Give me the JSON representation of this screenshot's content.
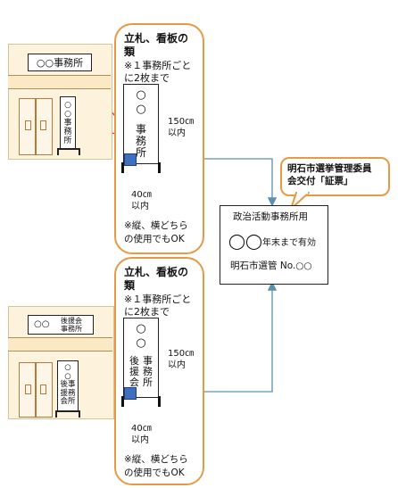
{
  "store_top": {
    "sign_text": "○○事務所",
    "standee_text": "○○事務所"
  },
  "store_bottom": {
    "sign_line1": "後援会",
    "sign_line2": "事務所",
    "sign_prefix": "○○",
    "standee_text": "○○後援会事務所"
  },
  "panel_top": {
    "title_line1": "立札、看板の",
    "title_line2": "類",
    "note_line1": "※１事務所ごと",
    "note_line2": "に2枚まで",
    "sign_circles": "○\n○",
    "sign_text": "事\n務\n所",
    "height_label": "150㎝",
    "height_label2": "以内",
    "width_label": "40㎝",
    "width_label2": "以内",
    "footer_line1": "※縦、横どちら",
    "footer_line2": "の使用でもOK"
  },
  "panel_bottom": {
    "title_line1": "立札、看板の",
    "title_line2": "類",
    "note_line1": "※１事務所ごと",
    "note_line2": "に2枚まで",
    "sign_circles": "○\n○",
    "sign_text_col1": "事\n務\n所",
    "sign_text_col2": "後\n援\n会",
    "height_label": "150㎝",
    "height_label2": "以内",
    "width_label": "40㎝",
    "width_label2": "以内",
    "footer_line1": "※縦、横どちら",
    "footer_line2": "の使用でもOK"
  },
  "callout": {
    "line1": "明石市選挙管理委員",
    "line2": "会交付「証票」"
  },
  "certificate": {
    "title": "政治活動事務所用",
    "validity_circles": "◯◯",
    "validity_text": "年末まで有効",
    "number": "明石市選管 No.○○"
  },
  "colors": {
    "panel_border": "#e79a44",
    "arrow_red": "#d9302a",
    "connector": "#5b8fb0",
    "badge": "#3f6fbf",
    "store_fill": "#fdf3dc"
  }
}
